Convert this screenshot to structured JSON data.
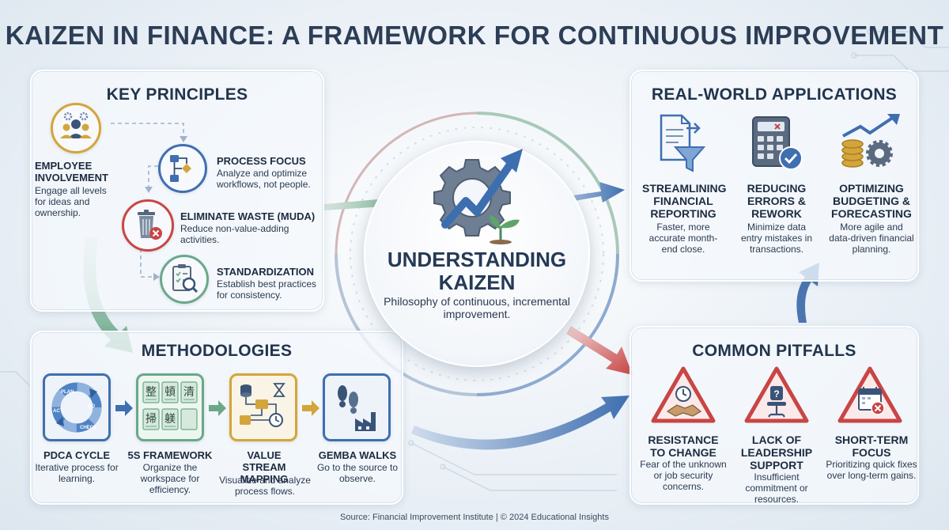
{
  "title": "KAIZEN IN FINANCE: A FRAMEWORK FOR CONTINUOUS IMPROVEMENT",
  "center": {
    "title": "UNDERSTANDING KAIZEN",
    "description": "Philosophy of continuous, incremental improvement."
  },
  "key_principles": {
    "title": "KEY PRINCIPLES",
    "items": [
      {
        "label": "EMPLOYEE INVOLVEMENT",
        "description": "Engage all levels for ideas and ownership.",
        "icon": "team-gears-icon"
      },
      {
        "label": "PROCESS FOCUS",
        "description": "Analyze and optimize workflows, not people.",
        "icon": "flowchart-icon"
      },
      {
        "label": "ELIMINATE WASTE (MUDA)",
        "description": "Reduce non-value-adding activities.",
        "icon": "trash-icon"
      },
      {
        "label": "STANDARDIZATION",
        "description": "Establish best practices for consistency.",
        "icon": "checklist-magnifier-icon"
      }
    ]
  },
  "methodologies": {
    "title": "METHODOLOGIES",
    "items": [
      {
        "label": "PDCA CYCLE",
        "description": "Iterative process for learning.",
        "icon": "cycle-icon",
        "cycle_labels": [
          "PLAN",
          "DO",
          "CHECK",
          "ACT"
        ]
      },
      {
        "label": "5S FRAMEWORK",
        "description": "Organize the workspace for efficiency.",
        "icon": "five-s-icon",
        "tiles": [
          "整",
          "頓",
          "清",
          "掃",
          "躾"
        ]
      },
      {
        "label": "VALUE STREAM MAPPING",
        "description": "Visualize and analyze process flows.",
        "icon": "value-stream-icon"
      },
      {
        "label": "GEMBA WALKS",
        "description": "Go to the source to observe.",
        "icon": "footprints-factory-icon"
      }
    ]
  },
  "applications": {
    "title": "REAL-WORLD APPLICATIONS",
    "items": [
      {
        "label": "STREAMLINING FINANCIAL REPORTING",
        "description": "Faster, more accurate month-end close.",
        "icon": "report-funnel-icon"
      },
      {
        "label": "REDUCING ERRORS & REWORK",
        "description": "Minimize data entry mistakes in transactions.",
        "icon": "calculator-check-icon"
      },
      {
        "label": "OPTIMIZING BUDGETING & FORECASTING",
        "description": "More agile and data-driven financial planning.",
        "icon": "coins-growth-icon"
      }
    ]
  },
  "pitfalls": {
    "title": "COMMON PITFALLS",
    "items": [
      {
        "label": "RESISTANCE TO CHANGE",
        "description": "Fear of the unknown or job security concerns.",
        "icon": "handshake-warning-icon"
      },
      {
        "label": "LACK OF LEADERSHIP SUPPORT",
        "description": "Insufficient commitment or resources.",
        "icon": "empty-chair-warning-icon"
      },
      {
        "label": "SHORT-TERM FOCUS",
        "description": "Prioritizing quick fixes over long-term gains.",
        "icon": "calendar-warning-icon"
      }
    ]
  },
  "source": "Source: Financial Improvement Institute | © 2024 Educational Insights",
  "colors": {
    "navy": "#2c3e56",
    "blue": "#3f6fb0",
    "green": "#6aa88a",
    "red": "#c94545",
    "gold": "#d4a53a"
  }
}
